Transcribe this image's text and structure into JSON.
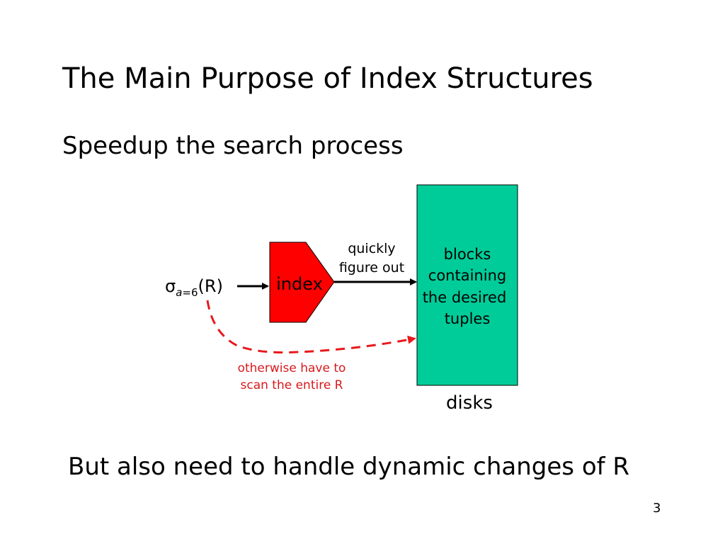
{
  "slide": {
    "title": "The Main Purpose of Index Structures",
    "subtitle": "Speedup the search process",
    "footer": "But also need to handle dynamic changes of R",
    "page_number": "3"
  },
  "diagram": {
    "query": {
      "sigma": "σ",
      "subscript_attr": "a",
      "subscript_rest": "=6",
      "relation": "(R)"
    },
    "index_label": "index",
    "quick_label": [
      "quickly",
      "figure out"
    ],
    "blocks_label": [
      "blocks",
      "containing",
      "the desired",
      "tuples"
    ],
    "disks_label": "disks",
    "otherwise_label": [
      "otherwise have to",
      "scan the entire R"
    ]
  },
  "colors": {
    "index_fill": "#ff0000",
    "blocks_fill": "#00cc99",
    "dashed_arrow": "#e8191c",
    "otherwise_text": "#d7191c",
    "arrow": "#000000"
  }
}
